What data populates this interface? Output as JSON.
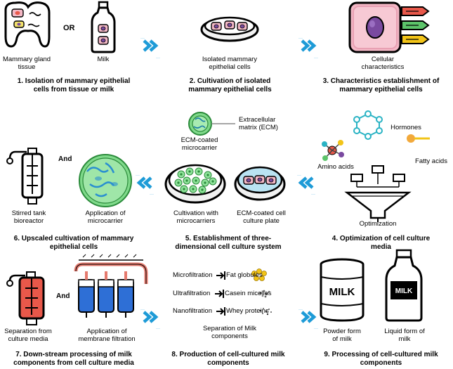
{
  "steps": [
    {
      "caption_l1": "1. Isolation of mammary epithelial",
      "caption_l2": "cells from tissue or milk"
    },
    {
      "caption_l1": "2. Cultivation of isolated",
      "caption_l2": "mammary epithelial cells"
    },
    {
      "caption_l1": "3. Characteristics establishment of",
      "caption_l2": "mammary epithelial cells"
    },
    {
      "caption_l1": "4. Optimization of cell culture",
      "caption_l2": "media"
    },
    {
      "caption_l1": "5. Establishment of three-",
      "caption_l2": "dimensional cell culture system"
    },
    {
      "caption_l1": "6. Upscaled cultivation of mammary",
      "caption_l2": "epithelial cells"
    },
    {
      "caption_l1": "7. Down-stream processing of milk",
      "caption_l2": "components from cell culture media"
    },
    {
      "caption_l1": "8. Production of cell-cultured milk",
      "caption_l2": "components"
    },
    {
      "caption_l1": "9. Processing of cell-cultured milk",
      "caption_l2": "components"
    }
  ],
  "labels": {
    "gland_l1": "Mammary gland",
    "gland_l2": "tissue",
    "or": "OR",
    "milk": "Milk",
    "isolated_l1": "Isolated mammary",
    "isolated_l2": "epithelial cells",
    "cellular_l1": "Cellular",
    "cellular_l2": "characteristics",
    "ecm_l1": "Extracellular",
    "ecm_l2": "matrix (ECM)",
    "ecm_carrier_l1": "ECM-coated",
    "ecm_carrier_l2": "microcarrier",
    "cult_micro_l1": "Cultivation with",
    "cult_micro_l2": "microcarriers",
    "ecm_plate_l1": "ECM-coated cell",
    "ecm_plate_l2": "culture plate",
    "hormones": "Hormones",
    "amino": "Amino acids",
    "fatty": "Fatty acids",
    "optimization": "Optimization",
    "stirred_l1": "Stirred tank",
    "stirred_l2": "bioreactor",
    "and6": "And",
    "app_micro_l1": "Application of",
    "app_micro_l2": "microcarrier",
    "sep_l1": "Separation from",
    "sep_l2": "culture media",
    "and7": "And",
    "app_mem_l1": "Application of",
    "app_mem_l2": "membrane filtration",
    "sep_milk_l1": "Separation of Milk",
    "sep_milk_l2": "components",
    "powder_l1": "Powder form",
    "powder_l2": "of milk",
    "liquid_l1": "Liquid form of",
    "liquid_l2": "milk",
    "can_text": "MILK",
    "bottle_text": "MILK"
  },
  "filtration": [
    {
      "method": "Microfiltration",
      "product": "Fat globules"
    },
    {
      "method": "Ultrafiltration",
      "product": "Casein micelles"
    },
    {
      "method": "Nanofiltration",
      "product": "Whey proteins"
    }
  ],
  "colors": {
    "arrow": "#1e9bd7",
    "cell_pink": "#f3b8c6",
    "cell_nucleus": "#7a4aa0",
    "ecm_green": "#7fd98a",
    "plate_blue": "#b9e3f2",
    "fat_yellow": "#f2c418",
    "bioreactor_red": "#e8584a",
    "filter_blue": "#2e6fd6",
    "pipe_red": "#e57a6e",
    "tab_red": "#e8584a",
    "tab_green": "#5cc46a",
    "tab_yellow": "#f2c418",
    "hormone_teal": "#2ab3c4",
    "amino_red": "#e8584a"
  }
}
